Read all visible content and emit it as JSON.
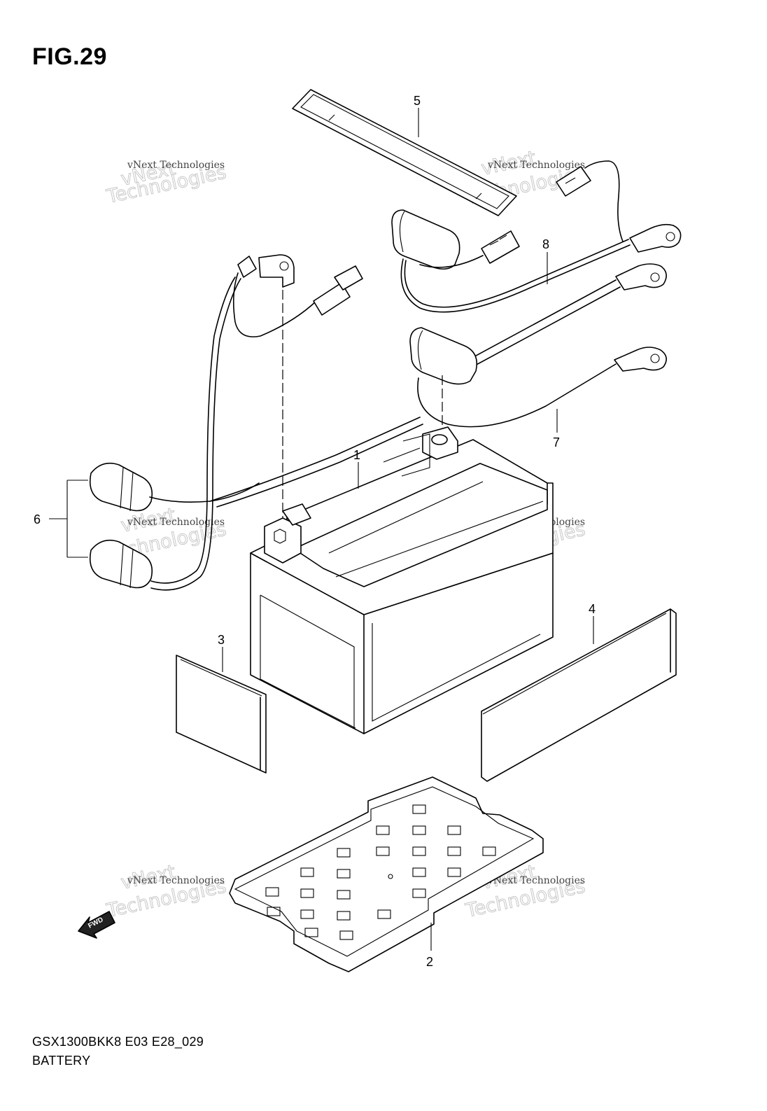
{
  "figure": {
    "title": "FIG.29",
    "model_code": "GSX1300BKK8 E03 E28_029",
    "name": "BATTERY"
  },
  "callouts": {
    "battery": "1",
    "tray": "2",
    "pad_small": "3",
    "pad_large": "4",
    "band": "5",
    "cap_set": "6",
    "lead_negative": "7",
    "lead_positive": "8"
  },
  "fwd_label": "FWD",
  "watermarks": [
    {
      "line1": "vNext Technologies",
      "line2": "vNext",
      "line3": "Technologies"
    },
    {
      "line1": "vNext Technologies",
      "line2": "vNext",
      "line3": "Technologies"
    },
    {
      "line1": "vNext Technologies",
      "line2": "vNext",
      "line3": "Technologies"
    },
    {
      "line1": "vNext Technologies",
      "line2": "vNext",
      "line3": "Technologies"
    },
    {
      "line1": "vNext Technologies",
      "line2": "vNext",
      "line3": "Technologies"
    },
    {
      "line1": "vNext Technologies",
      "line2": "vNext",
      "line3": "Technologies"
    }
  ]
}
